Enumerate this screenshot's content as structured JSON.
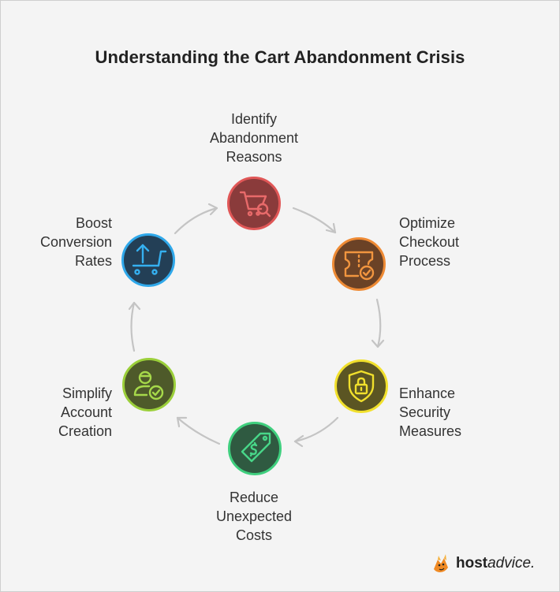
{
  "title": "Understanding the Cart Abandonment Crisis",
  "steps": [
    {
      "id": "identify",
      "lines": [
        "Identify",
        "Abandonment",
        "Reasons"
      ],
      "icon": "cart-search-icon",
      "fill": "#8a3b3b",
      "stroke": "#e05757"
    },
    {
      "id": "optimize",
      "lines": [
        "Optimize",
        "Checkout",
        "Process"
      ],
      "icon": "ticket-check-icon",
      "fill": "#6b4226",
      "stroke": "#ee8a34"
    },
    {
      "id": "enhance",
      "lines": [
        "Enhance",
        "Security",
        "Measures"
      ],
      "icon": "shield-lock-icon",
      "fill": "#5b5523",
      "stroke": "#f1e02c"
    },
    {
      "id": "reduce",
      "lines": [
        "Reduce",
        "Unexpected",
        "Costs"
      ],
      "icon": "price-tag-icon",
      "fill": "#2f5a41",
      "stroke": "#3fcf7e"
    },
    {
      "id": "simplify",
      "lines": [
        "Simplify",
        "Account",
        "Creation"
      ],
      "icon": "user-check-icon",
      "fill": "#4e5a2a",
      "stroke": "#9bcf3a"
    },
    {
      "id": "boost",
      "lines": [
        "Boost",
        "Conversion",
        "Rates"
      ],
      "icon": "cart-upload-icon",
      "fill": "#233f56",
      "stroke": "#2fa8ea"
    }
  ],
  "logo": {
    "bold": "host",
    "rest": "advice."
  }
}
